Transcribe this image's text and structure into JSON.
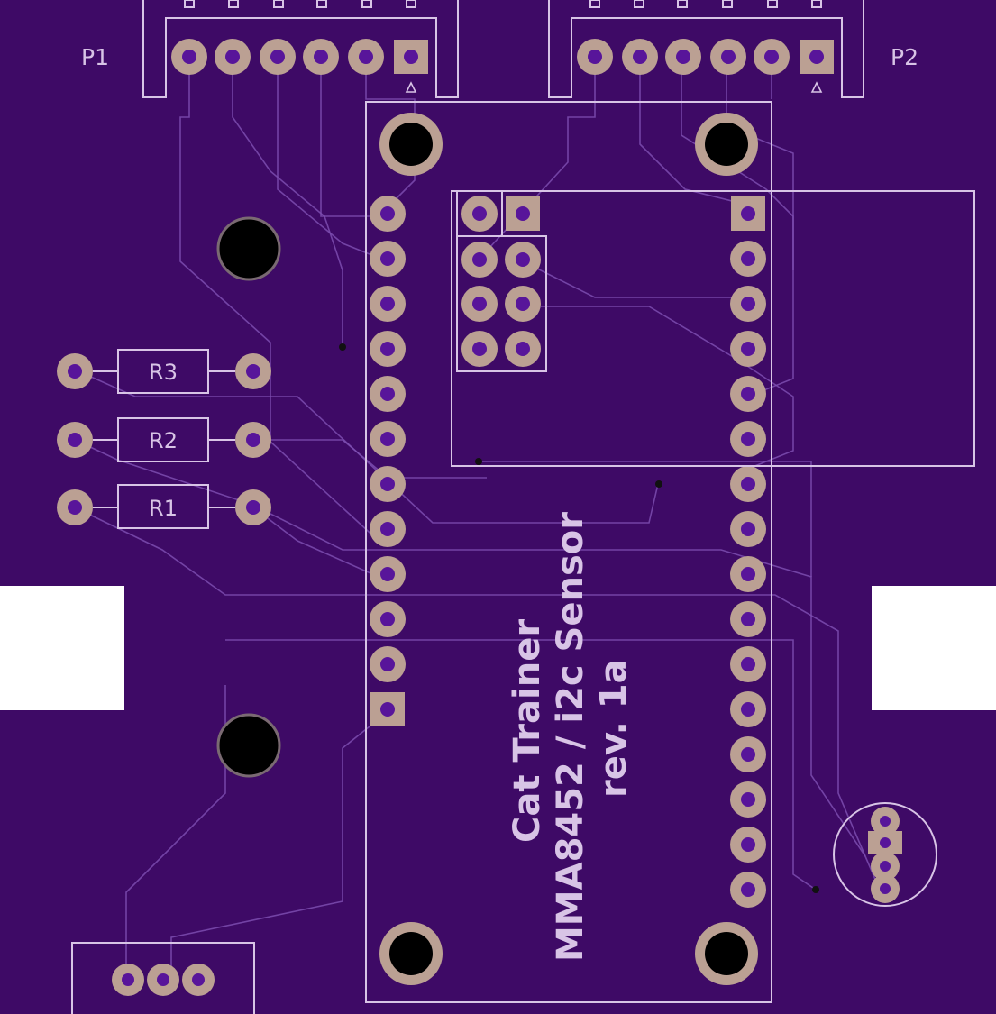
{
  "board": {
    "substrate_color": "#3e0a66",
    "pad_color": "#bba093",
    "silk_color": "#d8c4e6"
  },
  "connectors": {
    "p1_label": "P1",
    "p2_label": "P2"
  },
  "resistors": [
    {
      "label": "R3"
    },
    {
      "label": "R2"
    },
    {
      "label": "R1"
    }
  ],
  "title": {
    "line1": "Cat Trainer",
    "line2": "MMA8452 / i2c Sensor",
    "line3": "rev. 1a"
  }
}
